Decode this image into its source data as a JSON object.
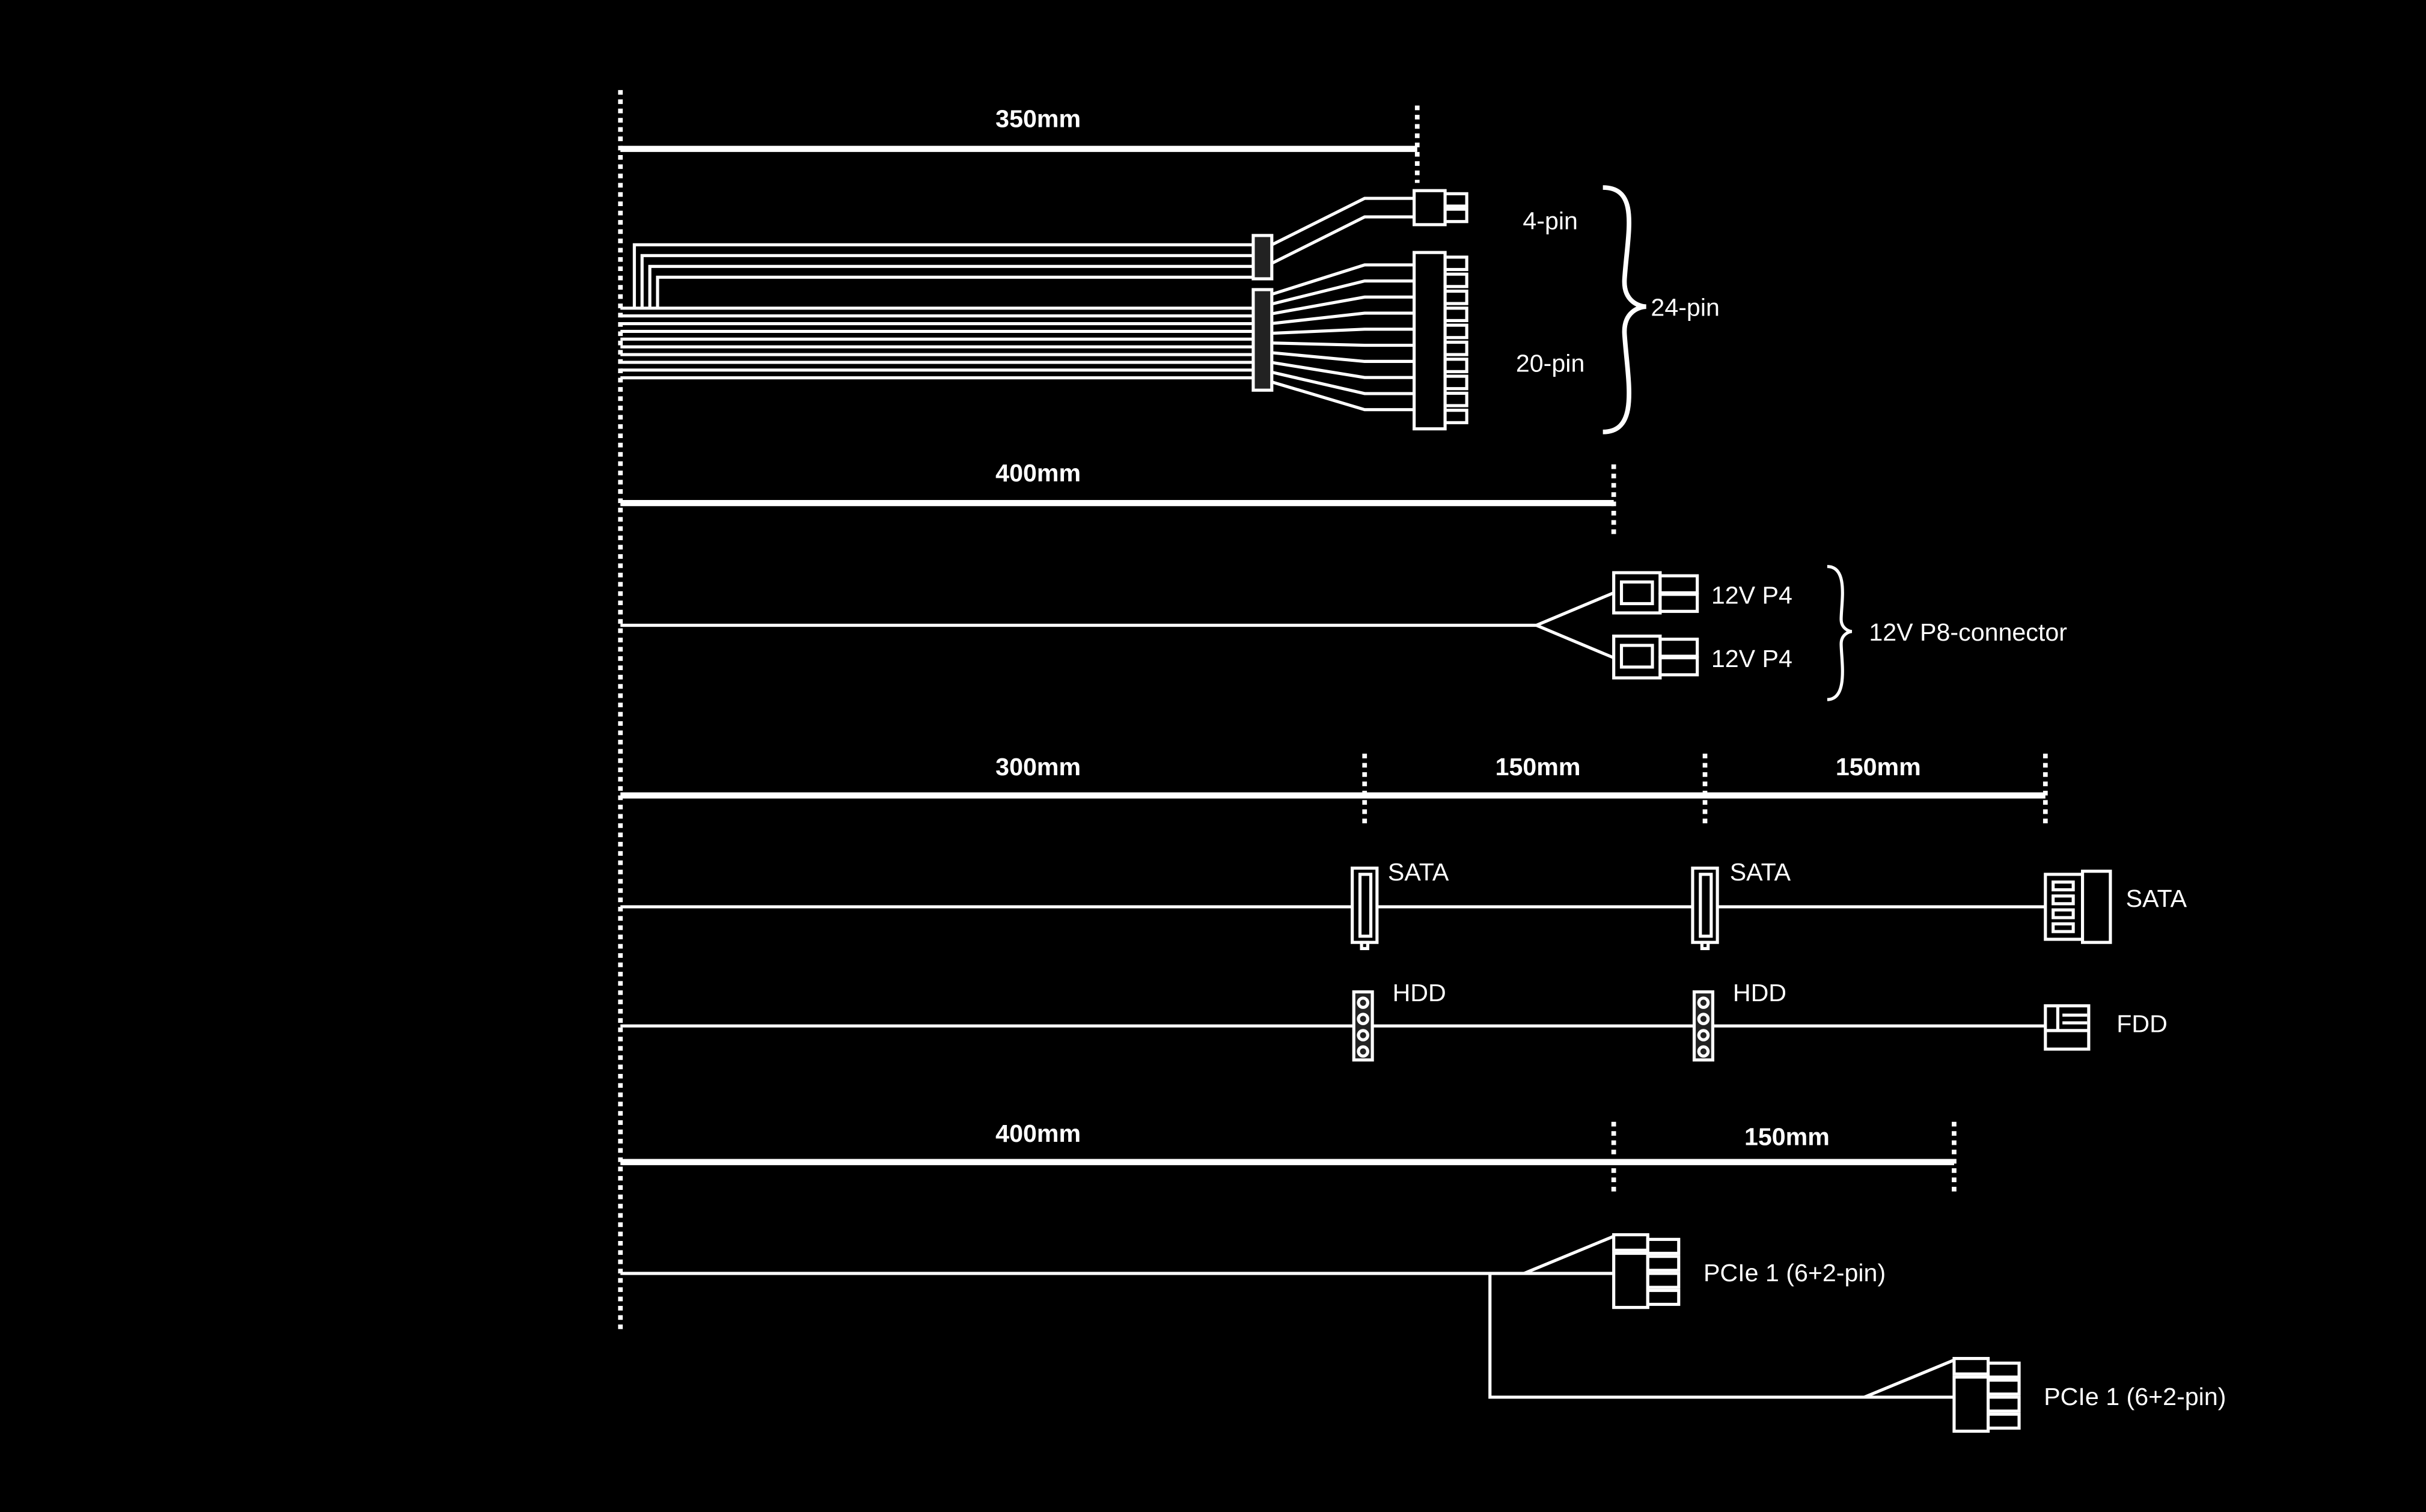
{
  "colors": {
    "background": "#000000",
    "line": "#ffffff"
  },
  "dimensions": {
    "atx_length": "350mm",
    "cpu_length": "400mm",
    "sata_segments": [
      "300mm",
      "150mm",
      "150mm"
    ],
    "pcie_segments": [
      "400mm",
      "150mm"
    ]
  },
  "atx": {
    "label_4pin": "4-pin",
    "label_20pin": "20-pin",
    "label_24pin": "24-pin"
  },
  "cpu": {
    "label_p4_a": "12V P4",
    "label_p4_b": "12V P4",
    "label_p8": "12V P8-connector"
  },
  "sata_cable": {
    "connectors": [
      "SATA",
      "SATA",
      "SATA"
    ]
  },
  "molex_cable": {
    "connectors": [
      "HDD",
      "HDD",
      "FDD"
    ]
  },
  "pcie_cable": {
    "connectors": [
      "PCIe 1 (6+2-pin)",
      "PCIe 1 (6+2-pin)"
    ]
  }
}
